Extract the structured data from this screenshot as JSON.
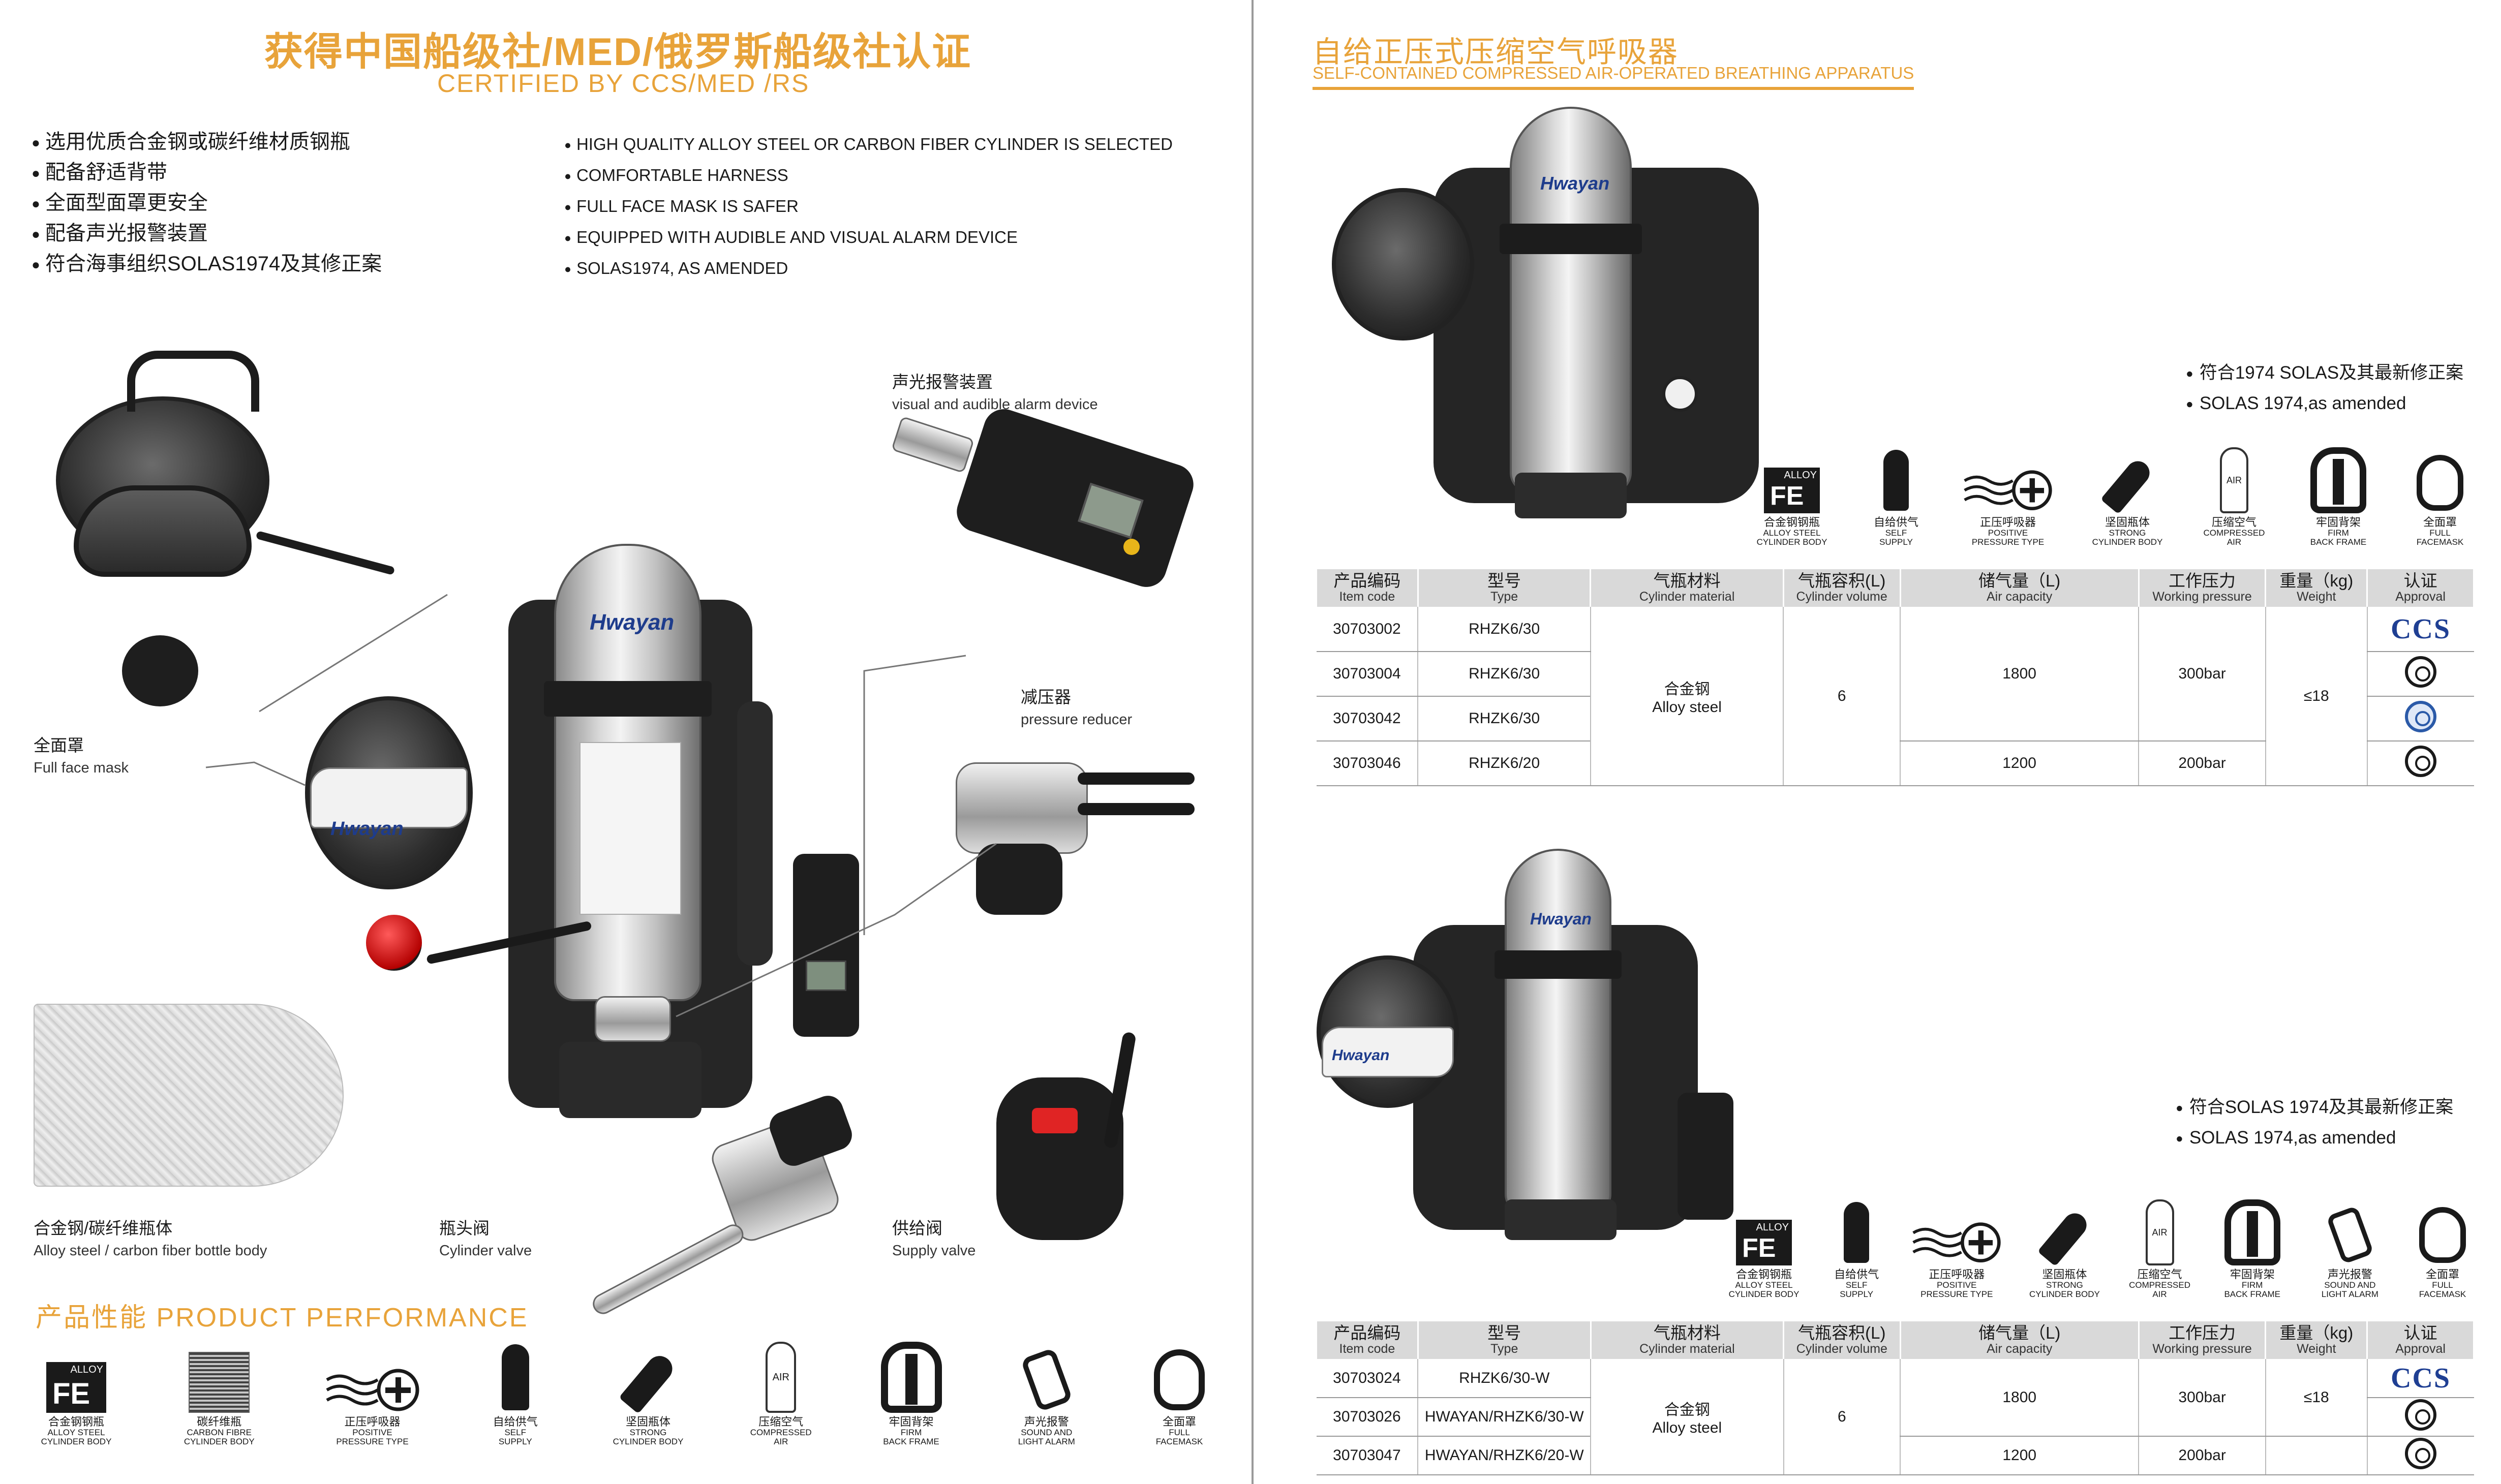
{
  "left": {
    "title_cn": "获得中国船级社/MED/俄罗斯船级社认证",
    "title_en": "CERTIFIED BY CCS/MED /RS",
    "features_cn": [
      "选用优质合金钢或碳纤维材质钢瓶",
      "配备舒适背带",
      "全面型面罩更安全",
      "配备声光报警装置",
      "符合海事组织SOLAS1974及其修正案"
    ],
    "features_en": [
      "HIGH QUALITY ALLOY STEEL OR CARBON FIBER CYLINDER IS SELECTED",
      "COMFORTABLE HARNESS",
      "FULL FACE MASK IS SAFER",
      "EQUIPPED WITH AUDIBLE AND VISUAL ALARM DEVICE",
      "SOLAS1974, AS AMENDED"
    ],
    "callouts": {
      "alarm_cn": "声光报警装置",
      "alarm_en": "visual and audible alarm device",
      "reducer_cn": "减压器",
      "reducer_en": "pressure reducer",
      "mask_cn": "全面罩",
      "mask_en": "Full face mask",
      "bottle_cn": "合金钢/碳纤维瓶体",
      "bottle_en": "Alloy steel / carbon fiber bottle body",
      "valve_cn": "瓶头阀",
      "valve_en": "Cylinder valve",
      "supply_cn": "供给阀",
      "supply_en": "Supply valve"
    },
    "brand": "Hwayan",
    "performance_title": "产品性能  PRODUCT  PERFORMANCE",
    "icons": [
      {
        "cn": "合金钢钢瓶",
        "en1": "ALLOY STEEL",
        "en2": "CYLINDER BODY",
        "icon": "fe-alloy-icon"
      },
      {
        "cn": "碳纤维瓶",
        "en1": "CARBON FIBRE",
        "en2": "CYLINDER BODY",
        "icon": "carbon-fibre-icon"
      },
      {
        "cn": "正压呼吸器",
        "en1": "POSITIVE",
        "en2": "PRESSURE TYPE",
        "icon": "positive-pressure-icon"
      },
      {
        "cn": "自给供气",
        "en1": "SELF",
        "en2": "SUPPLY",
        "icon": "self-supply-icon"
      },
      {
        "cn": "坚固瓶体",
        "en1": "STRONG",
        "en2": "CYLINDER BODY",
        "icon": "strong-cylinder-icon"
      },
      {
        "cn": "压缩空气",
        "en1": "COMPRESSED",
        "en2": "AIR",
        "icon": "compressed-air-icon"
      },
      {
        "cn": "牢固背架",
        "en1": "FIRM",
        "en2": "BACK FRAME",
        "icon": "back-frame-icon"
      },
      {
        "cn": "声光报警",
        "en1": "SOUND AND",
        "en2": "LIGHT ALARM",
        "icon": "alarm-icon"
      },
      {
        "cn": "全面罩",
        "en1": "FULL",
        "en2": "FACEMASK",
        "icon": "facemask-icon"
      }
    ],
    "fe": {
      "alloy": "ALLOY",
      "sym": "FE"
    },
    "air_text": "AIR"
  },
  "right": {
    "title_cn": "自给正压式压缩空气呼吸器",
    "title_en": "SELF-CONTAINED  COMPRESSED AIR-OPERATED BREATHING APPARATUS",
    "solas1": [
      "符合1974 SOLAS及其最新修正案",
      "SOLAS 1974,as amended"
    ],
    "solas2": [
      "符合SOLAS 1974及其最新修正案",
      "SOLAS 1974,as amended"
    ],
    "icons1": [
      {
        "cn": "合金钢钢瓶",
        "en1": "ALLOY STEEL",
        "en2": "CYLINDER BODY"
      },
      {
        "cn": "自给供气",
        "en1": "SELF",
        "en2": "SUPPLY"
      },
      {
        "cn": "正压呼吸器",
        "en1": "POSITIVE",
        "en2": "PRESSURE TYPE"
      },
      {
        "cn": "坚固瓶体",
        "en1": "STRONG",
        "en2": "CYLINDER BODY"
      },
      {
        "cn": "压缩空气",
        "en1": "COMPRESSED",
        "en2": "AIR"
      },
      {
        "cn": "牢固背架",
        "en1": "FIRM",
        "en2": "BACK FRAME"
      },
      {
        "cn": "全面罩",
        "en1": "FULL",
        "en2": "FACEMASK"
      }
    ],
    "icons2": [
      {
        "cn": "合金钢钢瓶",
        "en1": "ALLOY STEEL",
        "en2": "CYLINDER BODY"
      },
      {
        "cn": "自给供气",
        "en1": "SELF",
        "en2": "SUPPLY"
      },
      {
        "cn": "正压呼吸器",
        "en1": "POSITIVE",
        "en2": "PRESSURE TYPE"
      },
      {
        "cn": "坚固瓶体",
        "en1": "STRONG",
        "en2": "CYLINDER BODY"
      },
      {
        "cn": "压缩空气",
        "en1": "COMPRESSED",
        "en2": "AIR"
      },
      {
        "cn": "牢固背架",
        "en1": "FIRM",
        "en2": "BACK FRAME"
      },
      {
        "cn": "声光报警",
        "en1": "SOUND AND",
        "en2": "LIGHT ALARM"
      },
      {
        "cn": "全面罩",
        "en1": "FULL",
        "en2": "FACEMASK"
      }
    ],
    "headers": [
      {
        "cn": "产品编码",
        "en": "Item code"
      },
      {
        "cn": "型号",
        "en": "Type"
      },
      {
        "cn": "气瓶材料",
        "en": "Cylinder material"
      },
      {
        "cn": "气瓶容积(L)",
        "en": "Cylinder volume"
      },
      {
        "cn": "储气量（L)",
        "en": "Air capacity"
      },
      {
        "cn": "工作压力",
        "en": "Working pressure"
      },
      {
        "cn": "重量（kg)",
        "en": "Weight"
      },
      {
        "cn": "认证",
        "en": "Approval"
      }
    ],
    "table1": {
      "codes": [
        "30703002",
        "30703004",
        "30703042",
        "30703046"
      ],
      "types": [
        "RHZK6/30",
        "RHZK6/30",
        "RHZK6/30",
        "RHZK6/20"
      ],
      "material_cn": "合金钢",
      "material_en": "Alloy steel",
      "volume": "6",
      "capacity_a": "1800",
      "capacity_b": "1200",
      "pressure_a": "300bar",
      "pressure_b": "200bar",
      "weight": "≤18",
      "approval_ccs": "CCS"
    },
    "table2": {
      "codes": [
        "30703024",
        "30703026",
        "30703047"
      ],
      "types": [
        "RHZK6/30-W",
        "HWAYAN/RHZK6/30-W",
        "HWAYAN/RHZK6/20-W"
      ],
      "material_cn": "合金钢",
      "material_en": "Alloy steel",
      "volume": "6",
      "capacity_a": "1800",
      "capacity_b": "1200",
      "pressure_a": "300bar",
      "pressure_b": "200bar",
      "weight": "≤18",
      "approval_ccs": "CCS"
    }
  }
}
